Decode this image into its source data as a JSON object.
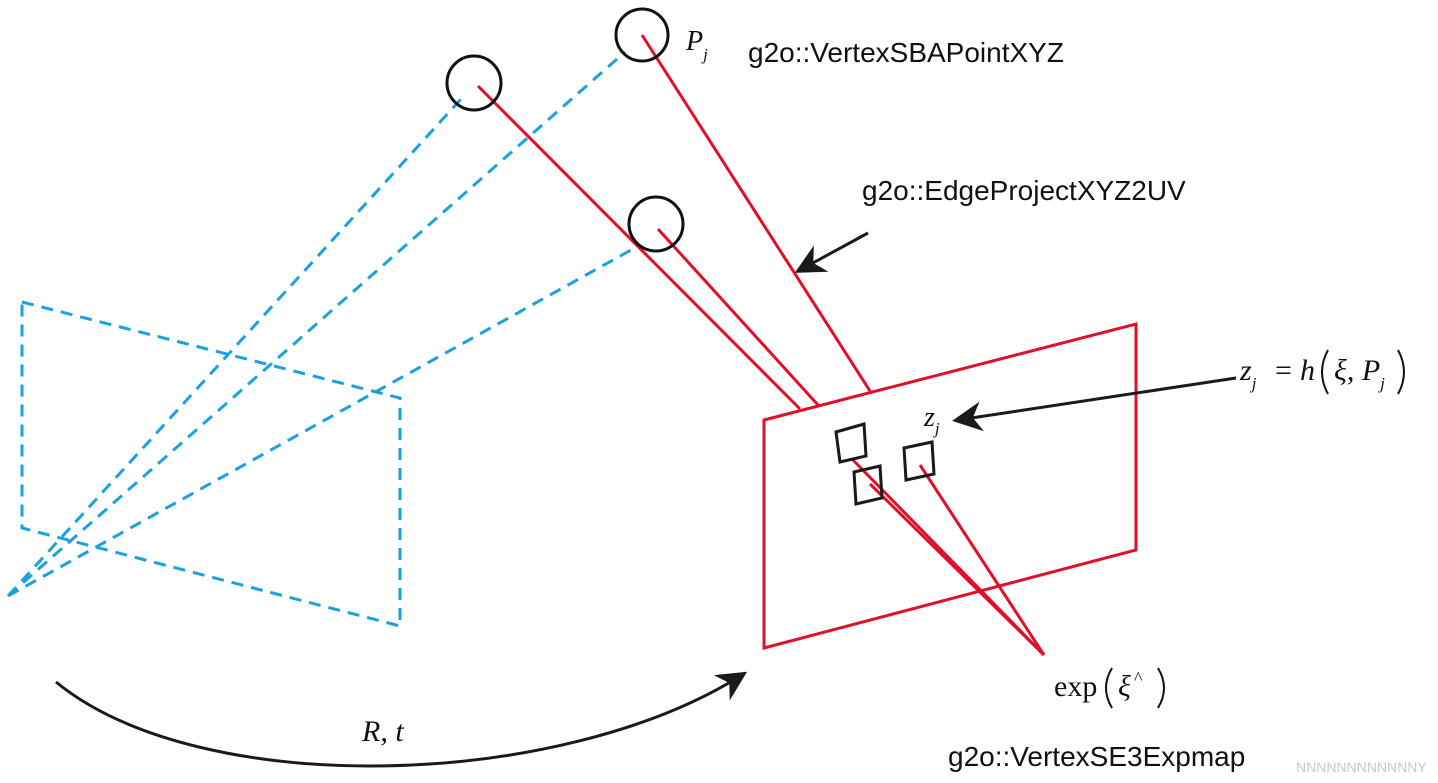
{
  "labels": {
    "vertex_point": "g2o::VertexSBAPointXYZ",
    "edge": "g2o::EdgeProjectXYZ2UV",
    "vertex_pose": "g2o::VertexSE3Expmap",
    "point_symbol": "P",
    "point_subscript": "j",
    "observation_symbol": "z",
    "observation_subscript": "j",
    "measurement_lhs": "z",
    "measurement_lhs_sub": "j",
    "measurement_eq": "=",
    "measurement_fn": "h",
    "measurement_args": "ξ, P",
    "measurement_args_sub": "j",
    "pose_exp": "exp",
    "pose_xi": "ξ",
    "pose_hat": "^",
    "motion": "R, t",
    "watermark": "NNNNNNNNNNNNY"
  },
  "colors": {
    "camera_frustum": "#1ba1e2",
    "projection": "#e0102a",
    "ink": "#111111"
  }
}
